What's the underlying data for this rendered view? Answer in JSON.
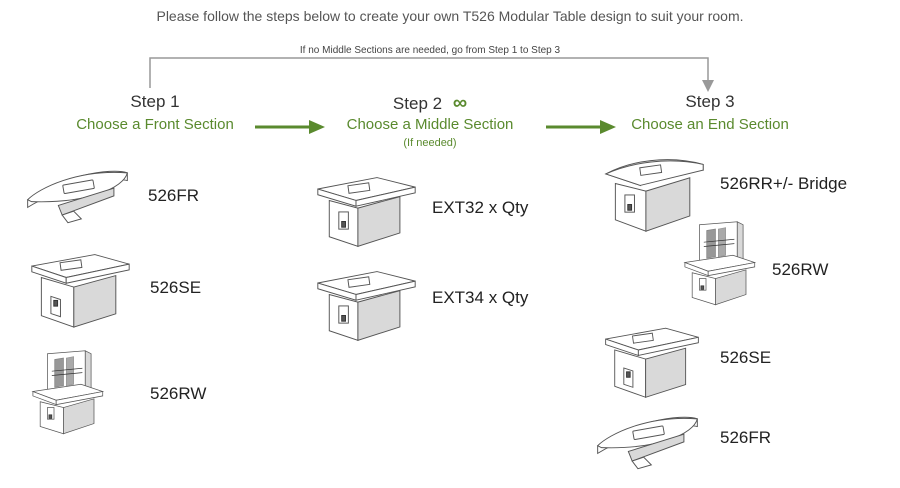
{
  "intro": "Please follow the steps below to create your own T526 Modular Table design to suit your room.",
  "skip_note": "If no Middle Sections are needed, go from Step 1 to Step 3",
  "colors": {
    "accent": "#5a8a2e",
    "text": "#333333",
    "line": "#999999"
  },
  "steps": [
    {
      "title": "Step 1",
      "subtitle": "Choose a Front Section",
      "products": [
        {
          "label": "526FR",
          "icon": "front-table-icon"
        },
        {
          "label": "526SE",
          "icon": "square-end-table-icon"
        },
        {
          "label": "526RW",
          "icon": "rear-wall-mount-table-icon"
        }
      ]
    },
    {
      "title": "Step 2",
      "badge_icon": "infinity-icon",
      "subtitle": "Choose a Middle Section",
      "note": "(If needed)",
      "products": [
        {
          "label": "EXT32 x Qty",
          "icon": "extension-table-icon"
        },
        {
          "label": "EXT34 x Qty",
          "icon": "extension-table-icon"
        }
      ]
    },
    {
      "title": "Step 3",
      "subtitle": "Choose an End Section",
      "products": [
        {
          "label": "526RR+/- Bridge",
          "icon": "bridge-table-icon"
        },
        {
          "label": "526RW",
          "icon": "rear-wall-mount-table-icon"
        },
        {
          "label": "526SE",
          "icon": "square-end-table-icon"
        },
        {
          "label": "526FR",
          "icon": "front-table-icon"
        }
      ]
    }
  ]
}
